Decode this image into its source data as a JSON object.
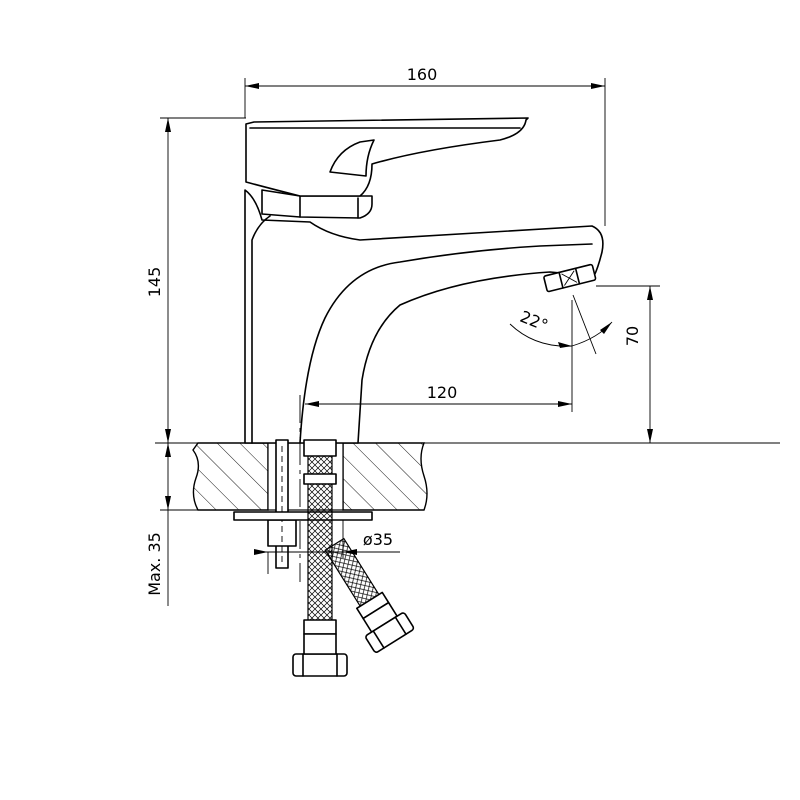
{
  "dimensions": {
    "overall_width": "160",
    "overall_height": "145",
    "spout_reach": "120",
    "spout_height": "70",
    "spout_angle": "22°",
    "counter_thickness_max": "Max. 35",
    "hole_diameter": "ø35"
  }
}
